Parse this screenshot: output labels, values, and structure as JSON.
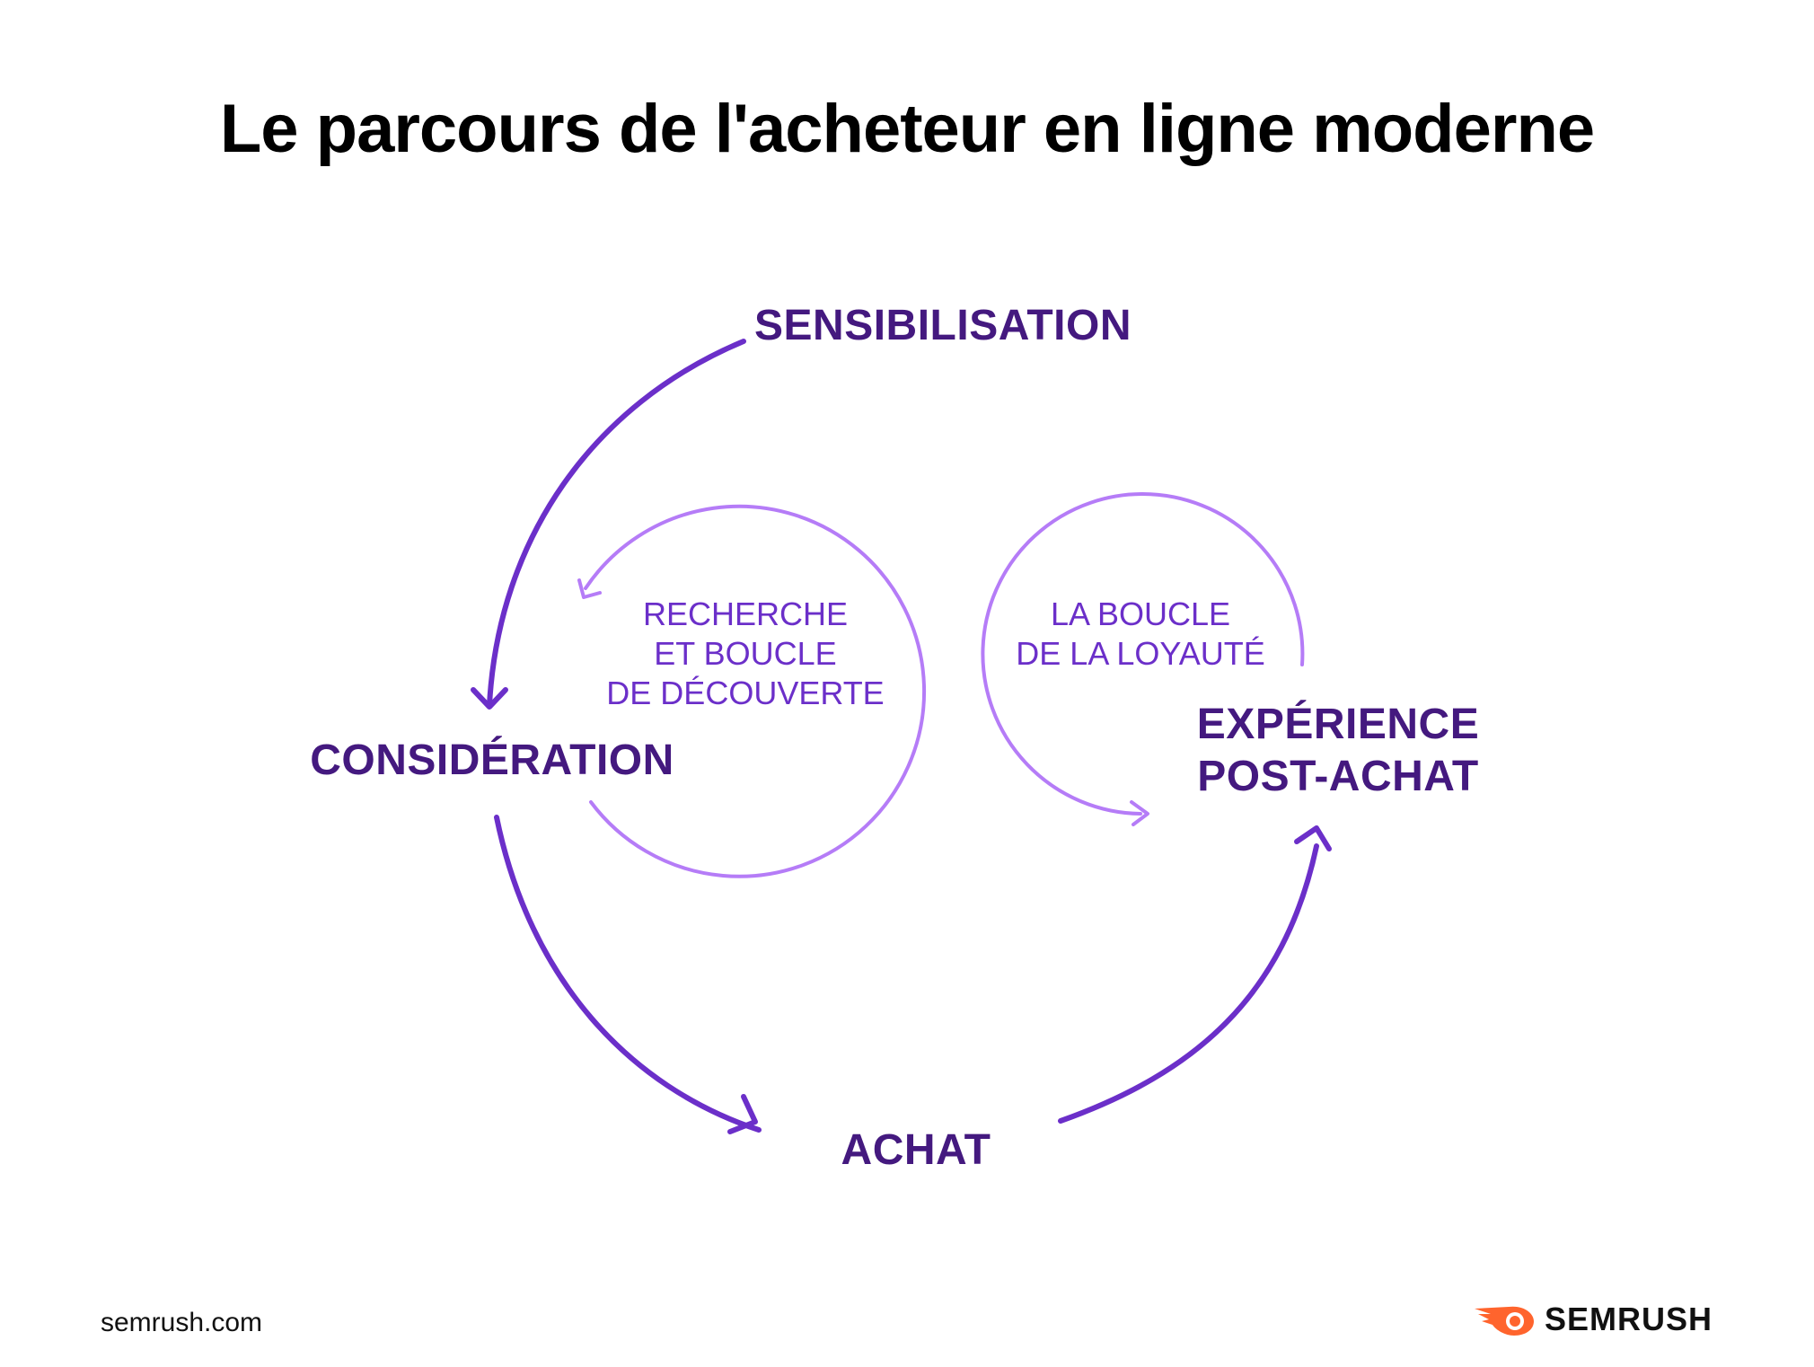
{
  "title": "Le parcours de l'acheteur en ligne moderne",
  "stages": {
    "awareness": "SENSIBILISATION",
    "consideration": "CONSIDÉRATION",
    "purchase": "ACHAT",
    "post_purchase_line1": "EXPÉRIENCE",
    "post_purchase_line2": "POST-ACHAT"
  },
  "loops": {
    "discovery_line1": "RECHERCHE",
    "discovery_line2": "ET BOUCLE",
    "discovery_line3": "DE DÉCOUVERTE",
    "loyalty_line1": "LA BOUCLE",
    "loyalty_line2": "DE LA LOYAUTÉ"
  },
  "colors": {
    "stage_text": "#44197f",
    "main_arrow": "#6b2fc9",
    "loop_arrow": "#b57cf7",
    "loop_text": "#6b2fc9",
    "brand_orange": "#ff642d"
  },
  "footer": {
    "url": "semrush.com",
    "brand": "SEMRUSH"
  }
}
